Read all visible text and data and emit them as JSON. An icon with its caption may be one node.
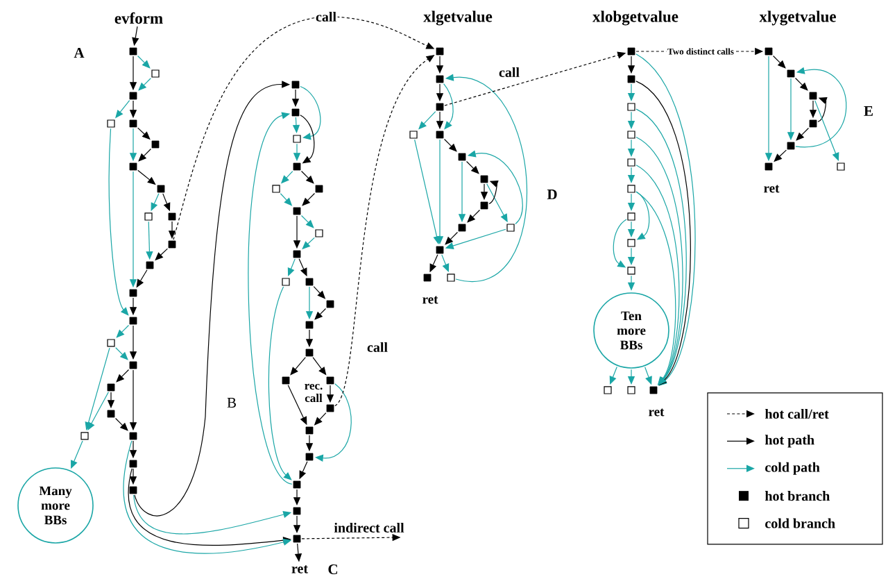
{
  "diagram": {
    "nodes": [
      {
        "text": [
          "evform"
        ]
      },
      {
        "text": [],
        "shape": "box"
      },
      {
        "text": [],
        "shape": "box"
      },
      {
        "text": [],
        "shape": "box"
      },
      {
        "text": [],
        "shape": "box"
      },
      {
        "text": [],
        "shape": "box"
      },
      {
        "text": [],
        "shape": "box"
      },
      {
        "text": [],
        "shape": "box"
      },
      {
        "text": [],
        "shape": "box"
      },
      {
        "text": [],
        "shape": "box"
      },
      {
        "text": [],
        "shape": "box"
      },
      {
        "text": [],
        "shape": "box"
      },
      {
        "text": [],
        "shape": "box"
      },
      {
        "text": [],
        "shape": "box"
      },
      {
        "text": [],
        "shape": "box"
      },
      {
        "text": [],
        "shape": "box"
      },
      {
        "text": [],
        "shape": "box"
      },
      {
        "text": [],
        "shape": "box"
      },
      {
        "text": [],
        "shape": "box"
      },
      {
        "text": [],
        "shape": "box"
      },
      {
        "text": [],
        "shape": "box"
      },
      {
        "text": [],
        "shape": "box"
      },
      {
        "text": [],
        "shape": "box"
      },
      {
        "text": [
          "Many more BBs"
        ]
      },
      {
        "text": [],
        "shape": "box"
      },
      {
        "text": [],
        "shape": "box"
      },
      {
        "text": [],
        "shape": "box"
      },
      {
        "text": [],
        "shape": "box"
      },
      {
        "text": [],
        "shape": "box"
      },
      {
        "text": [],
        "shape": "box"
      },
      {
        "text": [],
        "shape": "box"
      },
      {
        "text": [],
        "shape": "box"
      },
      {
        "text": [],
        "shape": "box"
      },
      {
        "text": [],
        "shape": "box"
      },
      {
        "text": [],
        "shape": "box"
      },
      {
        "text": [],
        "shape": "box"
      },
      {
        "text": [],
        "shape": "box"
      },
      {
        "text": [],
        "shape": "box"
      },
      {
        "text": [],
        "shape": "box"
      },
      {
        "text": [],
        "shape": "box"
      },
      {
        "text": [],
        "shape": "box"
      },
      {
        "text": [],
        "shape": "box"
      },
      {
        "text": [],
        "shape": "box"
      },
      {
        "text": [],
        "shape": "box"
      },
      {
        "text": [],
        "shape": "box"
      },
      {
        "text": [],
        "shape": "box"
      },
      {
        "text": [
          "ret"
        ]
      },
      {
        "text": [],
        "shape": "box"
      },
      {
        "text": [],
        "shape": "box"
      },
      {
        "text": [],
        "shape": "box"
      },
      {
        "text": [],
        "shape": "box"
      },
      {
        "text": [],
        "shape": "box"
      },
      {
        "text": [],
        "shape": "box"
      },
      {
        "text": [],
        "shape": "box"
      },
      {
        "text": [],
        "shape": "box"
      },
      {
        "text": [],
        "shape": "box"
      },
      {
        "text": [],
        "shape": "box"
      },
      {
        "text": [],
        "shape": "box"
      },
      {
        "text": [],
        "shape": "box",
        "beside": [
          "ret"
        ]
      },
      {
        "text": [],
        "shape": "box"
      },
      {
        "text": [],
        "shape": "box"
      },
      {
        "text": [],
        "shape": "box"
      },
      {
        "text": [],
        "shape": "box"
      },
      {
        "text": [],
        "shape": "box"
      },
      {
        "text": [],
        "shape": "box"
      },
      {
        "text": [],
        "shape": "box"
      },
      {
        "text": [],
        "shape": "box"
      },
      {
        "text": [],
        "shape": "box"
      },
      {
        "text": [],
        "shape": "box"
      },
      {
        "text": [
          "Ten more BBs"
        ]
      },
      {
        "text": [],
        "shape": "box"
      },
      {
        "text": [],
        "shape": "box"
      },
      {
        "text": [],
        "shape": "box",
        "beside": [
          "ret"
        ]
      },
      {
        "text": [],
        "shape": "box"
      },
      {
        "text": [],
        "shape": "box"
      },
      {
        "text": [],
        "shape": "box"
      },
      {
        "text": [],
        "shape": "box"
      },
      {
        "text": [],
        "shape": "box"
      },
      {
        "text": [],
        "shape": "box",
        "beside": [
          "ret"
        ]
      },
      {
        "text": [],
        "shape": "box"
      }
    ],
    "edges": [
      {
        "from": 0,
        "to": 1,
        "arrow": "to"
      },
      {
        "from": 1,
        "to": 2,
        "arrow": "to",
        "color": "#1aa6a6"
      },
      {
        "from": 2,
        "to": 3,
        "arrow": "to",
        "color": "#1aa6a6"
      },
      {
        "from": 1,
        "to": 3,
        "arrow": "to"
      },
      {
        "from": 3,
        "to": 4,
        "arrow": "to",
        "color": "#1aa6a6"
      },
      {
        "from": 3,
        "to": 5,
        "arrow": "to"
      },
      {
        "from": 5,
        "to": 6,
        "arrow": "to"
      },
      {
        "from": 6,
        "to": 7,
        "arrow": "to"
      },
      {
        "from": 5,
        "to": 7,
        "arrow": "to",
        "color": "#1aa6a6"
      },
      {
        "from": 7,
        "to": 8,
        "arrow": "to"
      },
      {
        "from": 7,
        "to": 13,
        "arrow": "to",
        "color": "#1aa6a6"
      },
      {
        "from": 8,
        "to": 9,
        "arrow": "to",
        "color": "#1aa6a6"
      },
      {
        "from": 8,
        "to": 10,
        "arrow": "to"
      },
      {
        "from": 9,
        "to": 12,
        "arrow": "to",
        "color": "#1aa6a6"
      },
      {
        "from": 10,
        "to": 11,
        "arrow": "to"
      },
      {
        "from": 11,
        "to": 12,
        "arrow": "to"
      },
      {
        "from": 12,
        "to": 13,
        "arrow": "to"
      },
      {
        "from": 4,
        "to": 14,
        "arrow": "to",
        "color": "#1aa6a6"
      },
      {
        "from": 13,
        "to": 14,
        "arrow": "to"
      },
      {
        "from": 14,
        "to": 15,
        "arrow": "to",
        "color": "#1aa6a6"
      },
      {
        "from": 14,
        "to": 16,
        "arrow": "to"
      },
      {
        "from": 15,
        "to": 16,
        "arrow": "to",
        "color": "#1aa6a6"
      },
      {
        "from": 15,
        "to": 19,
        "arrow": "to",
        "color": "#1aa6a6"
      },
      {
        "from": 16,
        "to": 17,
        "arrow": "to"
      },
      {
        "from": 16,
        "to": 20,
        "arrow": "to"
      },
      {
        "from": 17,
        "to": 18,
        "arrow": "to"
      },
      {
        "from": 18,
        "to": 20,
        "arrow": "to"
      },
      {
        "from": 17,
        "to": 19,
        "arrow": "to",
        "color": "#1aa6a6"
      },
      {
        "from": 19,
        "to": 23,
        "arrow": "to",
        "color": "#1aa6a6"
      },
      {
        "from": 20,
        "to": 21,
        "arrow": "to"
      },
      {
        "from": 21,
        "to": 22,
        "arrow": "to"
      },
      {
        "from": 11,
        "to": 47,
        "arrow": "to",
        "style": "dashed",
        "label": "call"
      },
      {
        "from": 22,
        "to": 24,
        "arrow": "to"
      },
      {
        "from": 22,
        "to": 44,
        "arrow": "to",
        "color": "#1aa6a6"
      },
      {
        "from": 21,
        "to": 45,
        "arrow": "to"
      },
      {
        "from": 20,
        "to": 45,
        "arrow": "to",
        "color": "#1aa6a6"
      },
      {
        "from": 24,
        "to": 25,
        "arrow": "to"
      },
      {
        "from": 24,
        "to": 26,
        "arrow": "to",
        "color": "#1aa6a6"
      },
      {
        "from": 25,
        "to": 26,
        "arrow": "to",
        "color": "#1aa6a6"
      },
      {
        "from": 25,
        "to": 27,
        "arrow": "to"
      },
      {
        "from": 26,
        "to": 27,
        "arrow": "to",
        "color": "#1aa6a6"
      },
      {
        "from": 27,
        "to": 28,
        "arrow": "to",
        "color": "#1aa6a6"
      },
      {
        "from": 27,
        "to": 29,
        "arrow": "to"
      },
      {
        "from": 28,
        "to": 30,
        "arrow": "to",
        "color": "#1aa6a6"
      },
      {
        "from": 29,
        "to": 30,
        "arrow": "to"
      },
      {
        "from": 30,
        "to": 32,
        "arrow": "to"
      },
      {
        "from": 30,
        "to": 31,
        "arrow": "to",
        "color": "#1aa6a6"
      },
      {
        "from": 31,
        "to": 32,
        "arrow": "to",
        "color": "#1aa6a6"
      },
      {
        "from": 32,
        "to": 33,
        "arrow": "to",
        "color": "#1aa6a6"
      },
      {
        "from": 32,
        "to": 34,
        "arrow": "to"
      },
      {
        "from": 34,
        "to": 35,
        "arrow": "to"
      },
      {
        "from": 34,
        "to": 36,
        "arrow": "to",
        "color": "#1aa6a6"
      },
      {
        "from": 35,
        "to": 36,
        "arrow": "to"
      },
      {
        "from": 36,
        "to": 37,
        "arrow": "to"
      },
      {
        "from": 37,
        "to": 38,
        "arrow": "to"
      },
      {
        "from": 37,
        "to": 39,
        "arrow": "to"
      },
      {
        "from": 38,
        "to": 41,
        "arrow": "to"
      },
      {
        "from": 39,
        "to": 40,
        "arrow": "to"
      },
      {
        "from": 40,
        "to": 41,
        "arrow": "to"
      },
      {
        "from": 39,
        "to": 42,
        "arrow": "to",
        "color": "#1aa6a6"
      },
      {
        "from": 41,
        "to": 42,
        "arrow": "to"
      },
      {
        "from": 42,
        "to": 43,
        "arrow": "to"
      },
      {
        "from": 33,
        "to": 43,
        "arrow": "to",
        "color": "#1aa6a6"
      },
      {
        "from": 43,
        "to": 25,
        "arrow": "to",
        "color": "#1aa6a6"
      },
      {
        "from": 43,
        "to": 44,
        "arrow": "to"
      },
      {
        "from": 44,
        "to": 45,
        "arrow": "to"
      },
      {
        "from": 45,
        "to": 46,
        "arrow": "to"
      },
      {
        "from": 40,
        "to": 47,
        "arrow": "to",
        "style": "dashed",
        "label": "call"
      },
      {
        "from": 45,
        "to": null,
        "arrow": "to",
        "style": "dashed",
        "label": "indirect call"
      },
      {
        "from": 47,
        "to": 48,
        "arrow": "to"
      },
      {
        "from": 48,
        "to": 49,
        "arrow": "to"
      },
      {
        "from": 48,
        "to": 51,
        "arrow": "to",
        "color": "#1aa6a6"
      },
      {
        "from": 49,
        "to": 50,
        "arrow": "to",
        "color": "#1aa6a6"
      },
      {
        "from": 49,
        "to": 51,
        "arrow": "to"
      },
      {
        "from": 51,
        "to": 52,
        "arrow": "to"
      },
      {
        "from": 51,
        "to": 57,
        "arrow": "to",
        "color": "#1aa6a6"
      },
      {
        "from": 50,
        "to": 57,
        "arrow": "to",
        "color": "#1aa6a6"
      },
      {
        "from": 52,
        "to": 53,
        "arrow": "to"
      },
      {
        "from": 52,
        "to": 56,
        "arrow": "to",
        "color": "#1aa6a6"
      },
      {
        "from": 53,
        "to": 54,
        "arrow": "to"
      },
      {
        "from": 53,
        "to": 55,
        "arrow": "to",
        "color": "#1aa6a6"
      },
      {
        "from": 54,
        "to": 53,
        "arrow": "to"
      },
      {
        "from": 54,
        "to": 56,
        "arrow": "to"
      },
      {
        "from": 55,
        "to": 52,
        "arrow": "to",
        "color": "#1aa6a6"
      },
      {
        "from": 56,
        "to": 57,
        "arrow": "to"
      },
      {
        "from": 55,
        "to": 57,
        "arrow": "to",
        "color": "#1aa6a6"
      },
      {
        "from": 57,
        "to": 58,
        "arrow": "to"
      },
      {
        "from": 57,
        "to": 59,
        "arrow": "to",
        "color": "#1aa6a6"
      },
      {
        "from": 59,
        "to": 48,
        "arrow": "to",
        "color": "#1aa6a6"
      },
      {
        "from": 49,
        "to": 60,
        "arrow": "to",
        "style": "dashed",
        "label": "call"
      },
      {
        "from": 60,
        "to": 61,
        "arrow": "to"
      },
      {
        "from": 61,
        "to": 62,
        "arrow": "to",
        "color": "#1aa6a6"
      },
      {
        "from": 62,
        "to": 63,
        "arrow": "to",
        "color": "#1aa6a6"
      },
      {
        "from": 63,
        "to": 64,
        "arrow": "to",
        "color": "#1aa6a6"
      },
      {
        "from": 64,
        "to": 65,
        "arrow": "to",
        "color": "#1aa6a6"
      },
      {
        "from": 65,
        "to": 66,
        "arrow": "to",
        "color": "#1aa6a6"
      },
      {
        "from": 66,
        "to": 67,
        "arrow": "to",
        "color": "#1aa6a6"
      },
      {
        "from": 67,
        "to": 68,
        "arrow": "to",
        "color": "#1aa6a6"
      },
      {
        "from": 65,
        "to": 67,
        "arrow": "to",
        "color": "#1aa6a6"
      },
      {
        "from": 66,
        "to": 68,
        "arrow": "to",
        "color": "#1aa6a6"
      },
      {
        "from": 68,
        "to": 69,
        "arrow": "to",
        "color": "#1aa6a6"
      },
      {
        "from": 69,
        "to": 70,
        "arrow": "to",
        "color": "#1aa6a6"
      },
      {
        "from": 69,
        "to": 71,
        "arrow": "to",
        "color": "#1aa6a6"
      },
      {
        "from": 69,
        "to": 72,
        "arrow": "to",
        "color": "#1aa6a6"
      },
      {
        "from": 60,
        "to": 72,
        "arrow": "to",
        "color": "#1aa6a6"
      },
      {
        "from": 61,
        "to": 72,
        "arrow": "to"
      },
      {
        "from": 62,
        "to": 72,
        "arrow": "to",
        "color": "#1aa6a6"
      },
      {
        "from": 63,
        "to": 72,
        "arrow": "to",
        "color": "#1aa6a6"
      },
      {
        "from": 64,
        "to": 72,
        "arrow": "to",
        "color": "#1aa6a6"
      },
      {
        "from": 65,
        "to": 72,
        "arrow": "to",
        "color": "#1aa6a6"
      },
      {
        "from": 60,
        "to": 73,
        "arrow": "to",
        "style": "dashed",
        "label": "Two distinct calls"
      },
      {
        "from": 73,
        "to": 74,
        "arrow": "to"
      },
      {
        "from": 73,
        "to": 78,
        "arrow": "to",
        "color": "#1aa6a6"
      },
      {
        "from": 74,
        "to": 75,
        "arrow": "to"
      },
      {
        "from": 74,
        "to": 77,
        "arrow": "to",
        "color": "#1aa6a6"
      },
      {
        "from": 75,
        "to": 76,
        "arrow": "to"
      },
      {
        "from": 76,
        "to": 75,
        "arrow": "to"
      },
      {
        "from": 75,
        "to": 79,
        "arrow": "to",
        "color": "#1aa6a6"
      },
      {
        "from": 76,
        "to": 77,
        "arrow": "to"
      },
      {
        "from": 77,
        "to": 74,
        "arrow": "to",
        "color": "#1aa6a6"
      },
      {
        "from": 77,
        "to": 78,
        "arrow": "to"
      }
    ],
    "labels": [
      "xlgetvalue",
      "xlobgetvalue",
      "xlygetvalue",
      "A",
      "E",
      "D",
      "B",
      "rec. call",
      "C"
    ],
    "legend": [
      {
        "text": "hot call/ret"
      },
      {
        "text": "hot path"
      },
      {
        "text": "cold path"
      },
      {
        "text": "hot branch"
      },
      {
        "text": "cold branch"
      }
    ]
  }
}
